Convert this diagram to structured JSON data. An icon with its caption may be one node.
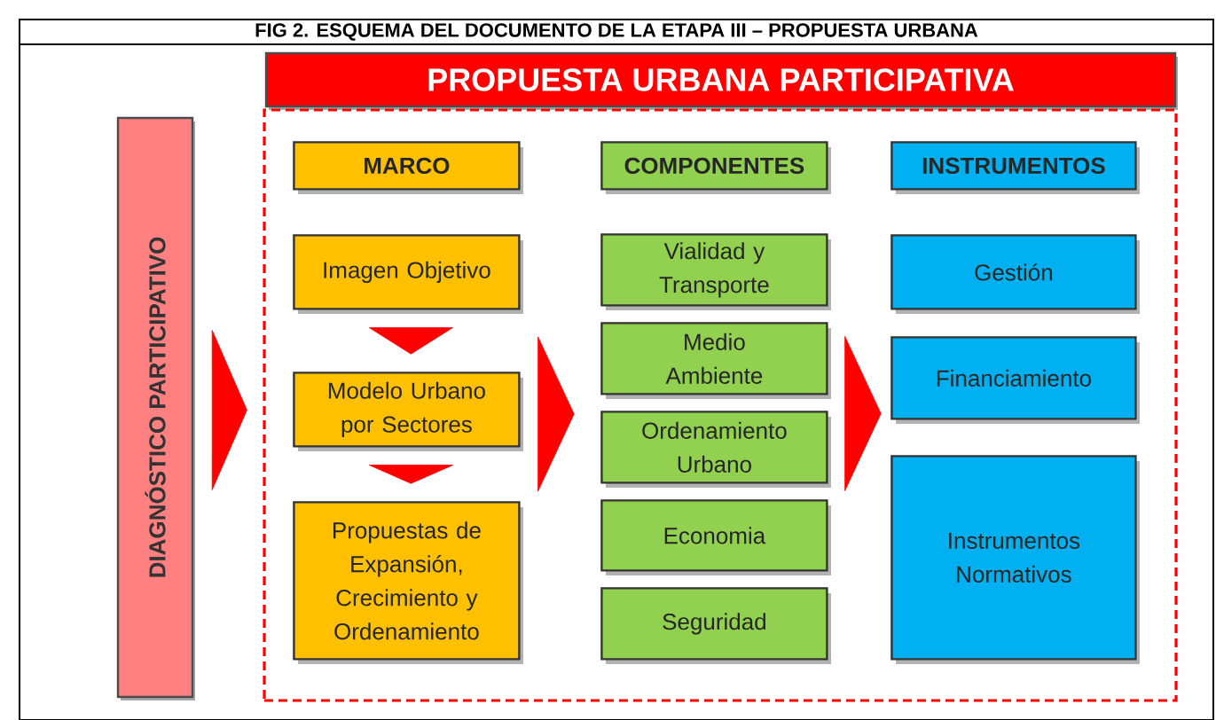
{
  "diagram": {
    "title": "FIG 2.  ESQUEMA DEL DOCUMENTO DE LA ETAPA III – PROPUESTA URBANA",
    "nodes": [
      {
        "text": [
          "DIAGNÓSTICO PARTICIPATIVO"
        ]
      },
      {
        "text": [
          "PROPUESTA URBANA PARTICIPATIVA"
        ]
      },
      {
        "text": [],
        "shape": "box"
      },
      {
        "text": [
          "MARCO"
        ],
        "in": 2
      },
      {
        "text": [
          "Imagen Objetivo"
        ],
        "in": 2
      },
      {
        "text": [
          "Modelo Urbano por Sectores"
        ],
        "in": 2
      },
      {
        "text": [
          "Propuestas de Expansión, Crecimiento y Ordenamiento"
        ],
        "in": 2
      },
      {
        "text": [
          "COMPONENTES"
        ],
        "in": 2
      },
      {
        "text": [
          "Vialidad y Transporte"
        ],
        "in": 2
      },
      {
        "text": [
          "Medio Ambiente"
        ],
        "in": 2
      },
      {
        "text": [
          "Ordenamiento Urbano"
        ],
        "in": 2
      },
      {
        "text": [
          "Economia"
        ],
        "in": 2
      },
      {
        "text": [
          "Seguridad"
        ],
        "in": 2
      },
      {
        "text": [
          "INSTRUMENTOS"
        ],
        "in": 2
      },
      {
        "text": [
          "Gestión"
        ],
        "in": 2
      },
      {
        "text": [
          "Financiamiento"
        ],
        "in": 2
      },
      {
        "text": [
          "Instrumentos Normativos"
        ],
        "in": 2
      }
    ],
    "edges": [
      {
        "from": 0,
        "to": 2,
        "arrow": "to"
      },
      {
        "from": 4,
        "to": 5,
        "arrow": "to"
      },
      {
        "from": 5,
        "to": 6,
        "arrow": "to"
      },
      {
        "from": 5,
        "to": 10,
        "arrow": "to"
      },
      {
        "from": 10,
        "to": 15,
        "arrow": "to"
      }
    ]
  }
}
